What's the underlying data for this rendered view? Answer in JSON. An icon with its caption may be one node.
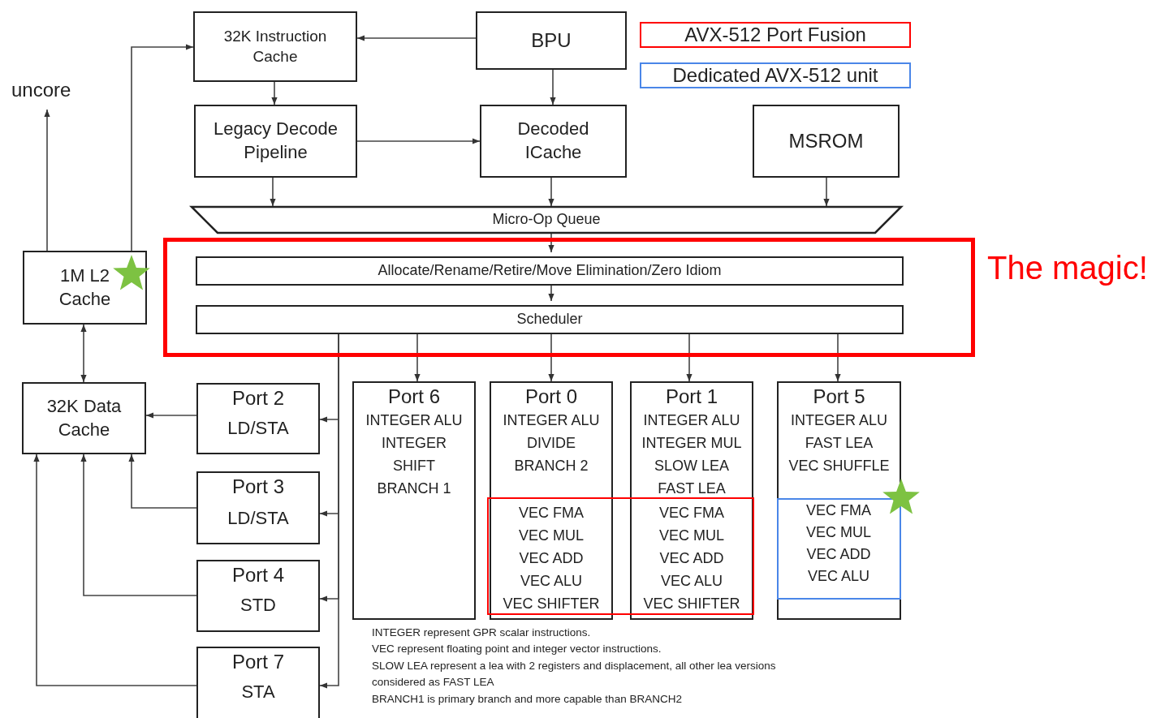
{
  "diagram": {
    "nodes": [
      {
        "text": [
          "32K Instruction Cache"
        ]
      },
      {
        "text": [
          "BPU"
        ]
      },
      {
        "text": [
          "Legacy Decode Pipeline"
        ]
      },
      {
        "text": [
          "Decoded ICache"
        ]
      },
      {
        "text": [
          "MSROM"
        ]
      },
      {
        "text": [
          "Micro-Op Queue"
        ]
      },
      {
        "text": [
          "The magic!"
        ]
      },
      {
        "text": [
          "Allocate/Rename/Retire/Move Elimination/Zero Idiom"
        ],
        "in": 6
      },
      {
        "text": [
          "Scheduler"
        ],
        "in": 6
      },
      {
        "text": [
          "uncore"
        ]
      },
      {
        "text": [
          "1M L2 Cache"
        ]
      },
      {
        "text": [
          "32K Data Cache"
        ]
      },
      {
        "text": [
          "Port 2",
          "LD/STA"
        ]
      },
      {
        "text": [
          "Port 3",
          "LD/STA"
        ]
      },
      {
        "text": [
          "Port 4",
          "STD"
        ]
      },
      {
        "text": [
          "Port 7",
          "STA"
        ]
      },
      {
        "text": [
          "Port 6",
          "INTEGER ALU",
          "INTEGER SHIFT",
          "BRANCH 1"
        ]
      },
      {
        "text": [
          "Port 0",
          "INTEGER ALU",
          "DIVIDE",
          "BRANCH 2",
          "VEC FMA",
          "VEC MUL",
          "VEC ADD",
          "VEC ALU",
          "VEC SHIFTER"
        ]
      },
      {
        "text": [
          "Port 1",
          "INTEGER ALU",
          "INTEGER MUL",
          "SLOW LEA",
          "FAST LEA",
          "VEC FMA",
          "VEC MUL",
          "VEC ADD",
          "VEC ALU",
          "VEC SHIFTER"
        ]
      },
      {
        "text": [
          "Port 5",
          "INTEGER ALU",
          "FAST LEA",
          "VEC SHUFFLE"
        ]
      },
      {
        "text": [
          "VEC FMA",
          "VEC MUL",
          "VEC ADD",
          "VEC ALU"
        ],
        "in": 19
      }
    ],
    "edges": [
      {
        "from": 1,
        "to": 0,
        "arrow": "to"
      },
      {
        "from": 0,
        "to": 2,
        "arrow": "to"
      },
      {
        "from": 1,
        "to": 3,
        "arrow": "to"
      },
      {
        "from": 2,
        "to": 3,
        "arrow": "to"
      },
      {
        "from": 2,
        "to": 5,
        "arrow": "to"
      },
      {
        "from": 3,
        "to": 5,
        "arrow": "to"
      },
      {
        "from": 4,
        "to": 5,
        "arrow": "to"
      },
      {
        "from": 5,
        "to": 7,
        "arrow": "to"
      },
      {
        "from": 7,
        "to": 8,
        "arrow": "to"
      },
      {
        "from": 8,
        "to": 16,
        "arrow": "to"
      },
      {
        "from": 8,
        "to": 17,
        "arrow": "to"
      },
      {
        "from": 8,
        "to": 18,
        "arrow": "to"
      },
      {
        "from": 8,
        "to": 19,
        "arrow": "to"
      },
      {
        "from": 8,
        "to": 12,
        "arrow": "to"
      },
      {
        "from": 8,
        "to": 13,
        "arrow": "to"
      },
      {
        "from": 8,
        "to": 14,
        "arrow": "to"
      },
      {
        "from": 8,
        "to": 15,
        "arrow": "to"
      },
      {
        "from": 10,
        "to": 9,
        "arrow": "to"
      },
      {
        "from": 10,
        "to": 0,
        "arrow": "to"
      },
      {
        "from": 10,
        "to": 11,
        "arrow": "both"
      },
      {
        "from": 12,
        "to": 11,
        "arrow": "to"
      },
      {
        "from": 13,
        "to": 11,
        "arrow": "to"
      },
      {
        "from": 14,
        "to": 11,
        "arrow": "to"
      },
      {
        "from": 15,
        "to": 11,
        "arrow": "to"
      }
    ],
    "labels": [
      "INTEGER represent GPR scalar instructions.",
      "VEC represent floating point and integer vector instructions.",
      "SLOW LEA represent a lea with 2 registers and displacement, all other lea versions considered as FAST LEA",
      "BRANCH1 is primary branch and more capable than BRANCH2"
    ],
    "legend": [
      {
        "text": "AVX-512 Port Fusion",
        "color": "#ff0000"
      },
      {
        "text": "Dedicated AVX-512 unit",
        "color": "#4a86e8"
      }
    ]
  }
}
